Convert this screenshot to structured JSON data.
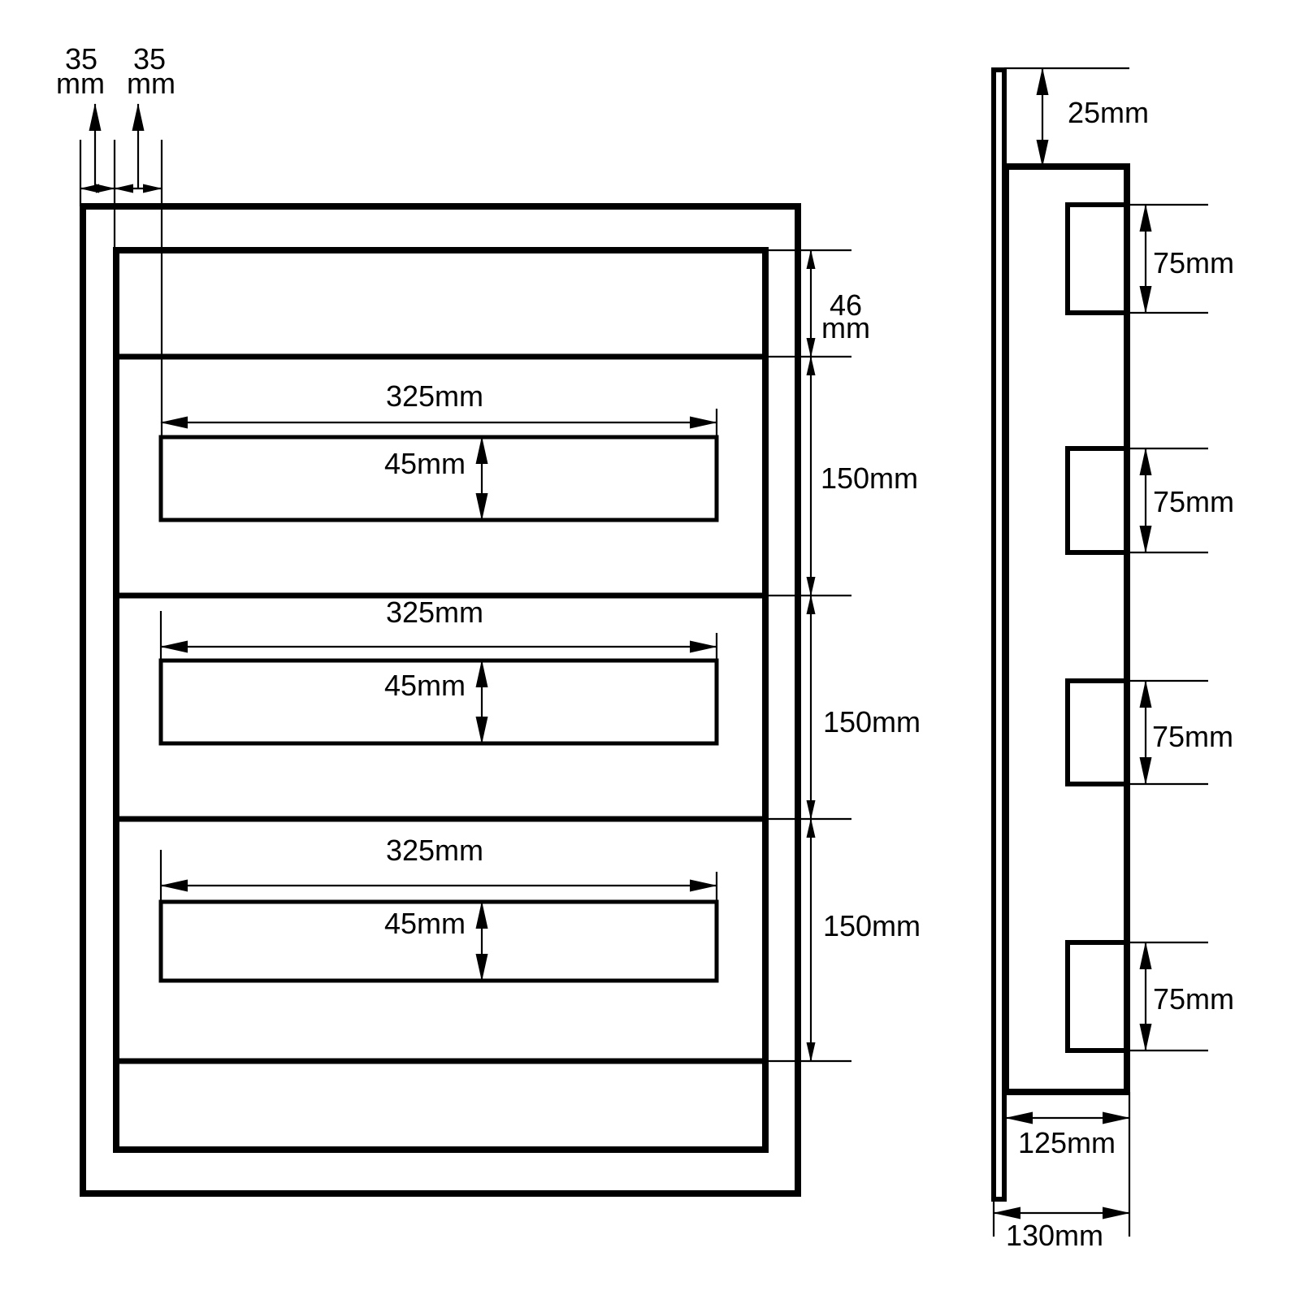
{
  "drawing": {
    "type": "dimensioned technical drawing, front view and side view of a panel with three rows of slots",
    "colors": {
      "line": "#000000",
      "background": "#ffffff"
    }
  },
  "front_view": {
    "margin_dims": [
      {
        "value": "35",
        "unit": "mm"
      },
      {
        "value": "35",
        "unit": "mm"
      }
    ],
    "top_row_dim": {
      "value": "46",
      "unit": "mm"
    },
    "row_dims": [
      "150mm",
      "150mm",
      "150mm"
    ],
    "slots": [
      {
        "width": "325mm",
        "height": "45mm"
      },
      {
        "width": "325mm",
        "height": "45mm"
      },
      {
        "width": "325mm",
        "height": "45mm"
      }
    ]
  },
  "side_view": {
    "top_offset": "25mm",
    "cutouts": [
      "75mm",
      "75mm",
      "75mm",
      "75mm"
    ],
    "body_depth": "125mm",
    "overall_depth": "130mm"
  }
}
